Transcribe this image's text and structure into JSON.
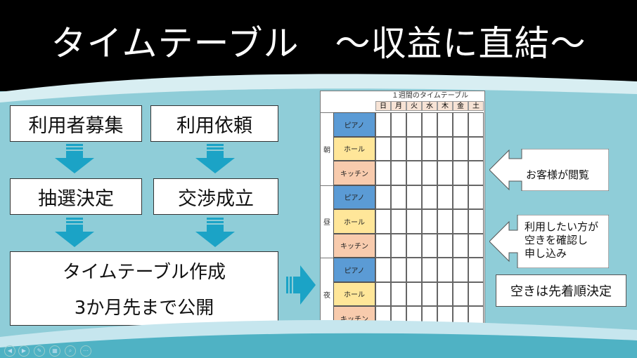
{
  "title": "タイムテーブル　～収益に直結～",
  "left_flow": {
    "recruit_users": "利用者募集",
    "use_request": "利用依頼",
    "lottery": "抽選決定",
    "negotiation": "交渉成立",
    "create_timetable": "タイムテーブル作成",
    "publish": "3か月先まで公開"
  },
  "timetable": {
    "title": "１週間のタイムテーブル",
    "days": [
      "日",
      "月",
      "火",
      "水",
      "木",
      "金",
      "土"
    ],
    "periods": [
      {
        "label": "朝",
        "roles": [
          "ピアノ",
          "ホール",
          "キッチン"
        ]
      },
      {
        "label": "昼",
        "roles": [
          "ピアノ",
          "ホール",
          "キッチン"
        ]
      },
      {
        "label": "夜",
        "roles": [
          "ピアノ",
          "ホール",
          "キッチン"
        ]
      }
    ]
  },
  "callouts": {
    "customers_view": "お客様が閲覧",
    "want_to_use": [
      "利用したい方が",
      "空きを確認し",
      "申し込み"
    ],
    "first_come": "空きは先着順決定"
  },
  "colors": {
    "background": "#8fcdd8",
    "arrow": "#1ba3c6",
    "piano": "#5b9bd5",
    "hall": "#ffe699",
    "kitchen": "#f8cbad"
  },
  "controls": [
    "prev-icon",
    "next-icon",
    "pen-icon",
    "slides-icon",
    "zoom-icon",
    "more-icon"
  ]
}
